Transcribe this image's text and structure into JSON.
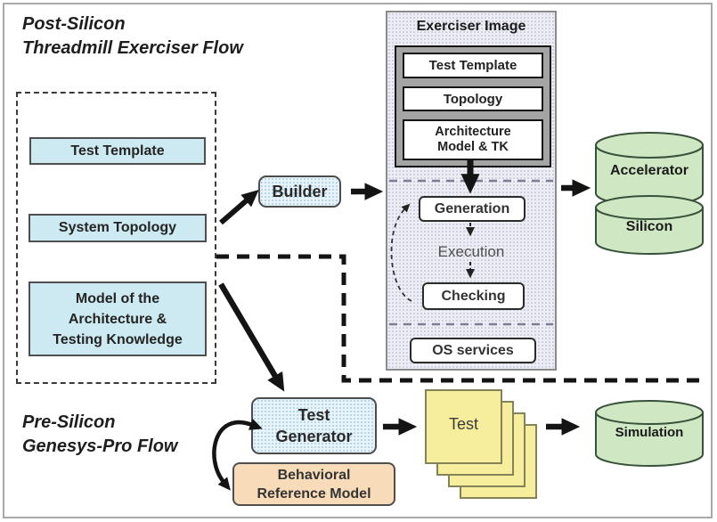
{
  "titles": {
    "post_flow": [
      "Post-Silicon",
      "Threadmill Exerciser Flow"
    ],
    "pre_flow": [
      "Pre-Silicon",
      "Genesys-Pro Flow"
    ]
  },
  "inputs": {
    "test_template": "Test Template",
    "system_topology": "System Topology",
    "model_lines": [
      "Model of the",
      "Architecture &",
      "Testing Knowledge"
    ]
  },
  "builder": {
    "label": "Builder"
  },
  "exerciser": {
    "title": "Exerciser Image",
    "image_stack": [
      "Test Template",
      "Topology"
    ],
    "arch_lines": [
      "Architecture",
      "Model & TK"
    ],
    "loop": {
      "generation": "Generation",
      "execution": "Execution",
      "checking": "Checking"
    },
    "os_services": "OS services"
  },
  "targets": {
    "accelerator": "Accelerator",
    "silicon": "Silicon",
    "simulation": "Simulation"
  },
  "pre_flow": {
    "test_generator_lines": [
      "Test",
      "Generator"
    ],
    "behavioral_lines": [
      "Behavioral",
      "Reference Model"
    ],
    "test_page": "Test"
  },
  "colors": {
    "input_blue": "#cde9f1",
    "stipple_blue": "#e9f3fa",
    "panel_lavender": "#ededf5",
    "frame_gray": "#a4a4a4",
    "peach": "#f8dcba",
    "page_yellow": "#f6ee9c",
    "cylinder_green": "#cfe8c3",
    "arrow_black": "#141414"
  }
}
